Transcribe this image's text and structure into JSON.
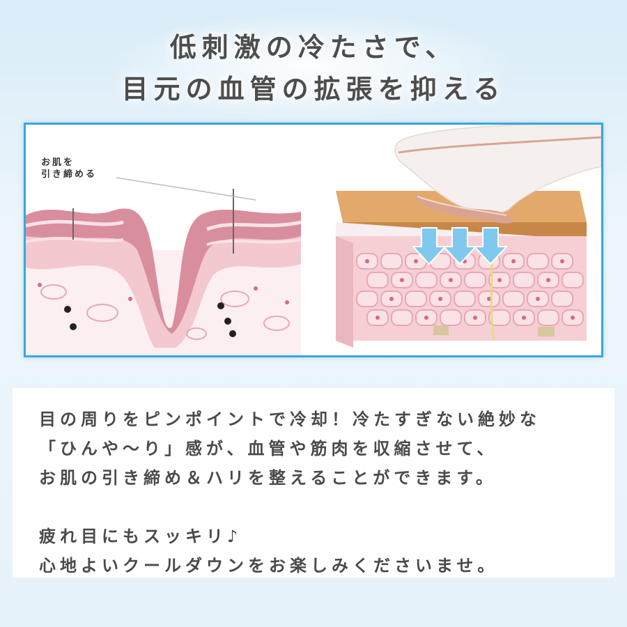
{
  "headline": {
    "line1": "低刺激の冷たさで、",
    "line2": "目元の血管の拡張を抑える"
  },
  "illustration": {
    "skin_label_line1": "お肌を",
    "skin_label_line2": "引き締める",
    "icons": [
      "skin-wrinkle-cross-section",
      "skin-block-cross-section",
      "beauty-device-icon",
      "cooling-arrow-icon"
    ],
    "colors": {
      "frame_border": "#3aa6e0",
      "skin_pink": "#e8a7b4",
      "cool_arrow": "#7fc8ee",
      "device_rose_gold": "#d9a592"
    }
  },
  "body": {
    "paragraph1": [
      "目の周りをピンポイントで冷却！冷たすぎない絶妙な",
      "「ひんや〜り」感が、血管や筋肉を収縮させて、",
      "お肌の引き締め＆ハリを整えることができます。"
    ],
    "paragraph2": [
      "疲れ目にもスッキリ♪",
      "心地よいクールダウンをお楽しみくださいませ。"
    ]
  }
}
